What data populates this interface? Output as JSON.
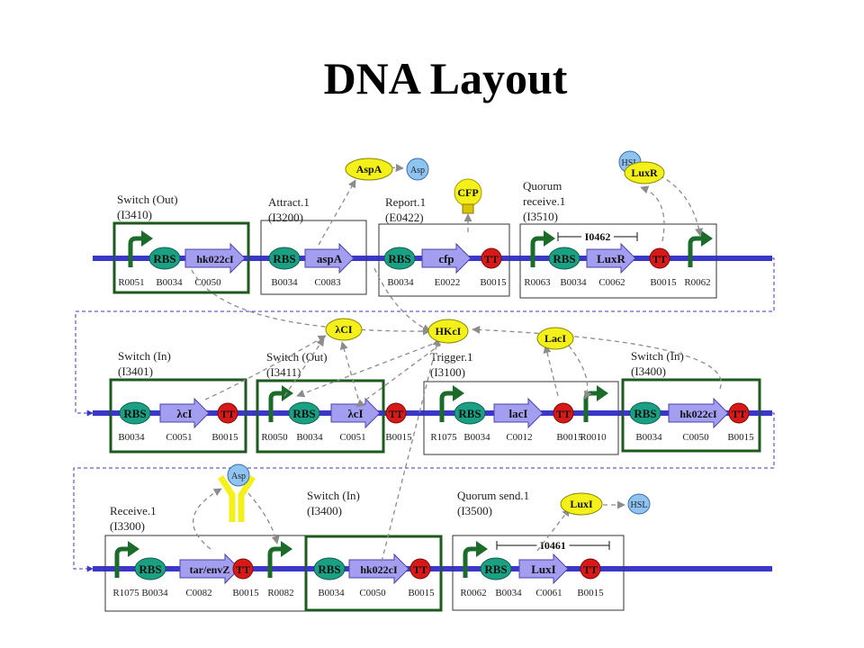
{
  "title": "DNA Layout",
  "modules": [
    {
      "name": "Switch (Out)",
      "id": "(I3410)",
      "highlight": true,
      "row": 0,
      "parts": [
        {
          "t": "promoter",
          "c": "R0051"
        },
        {
          "t": "rbs",
          "c": "B0034",
          "g": "RBS"
        },
        {
          "t": "gene",
          "c": "C0050",
          "g": "hk022cI"
        }
      ]
    },
    {
      "name": "Attract.1",
      "id": "(I3200)",
      "highlight": false,
      "row": 0,
      "parts": [
        {
          "t": "rbs",
          "c": "B0034",
          "g": "RBS"
        },
        {
          "t": "gene",
          "c": "C0083",
          "g": "aspA"
        }
      ]
    },
    {
      "name": "Report.1",
      "id": "(E0422)",
      "highlight": false,
      "row": 0,
      "parts": [
        {
          "t": "rbs",
          "c": "B0034",
          "g": "RBS"
        },
        {
          "t": "gene",
          "c": "E0022",
          "g": "cfp"
        },
        {
          "t": "term",
          "c": "B0015",
          "g": "TT"
        }
      ]
    },
    {
      "name": "Quorum",
      "name2": "receive.1",
      "id": "(I3510)",
      "highlight": false,
      "row": 0,
      "bracket": "I0462",
      "parts": [
        {
          "t": "promoter",
          "c": "R0063"
        },
        {
          "t": "rbs",
          "c": "B0034",
          "g": "RBS"
        },
        {
          "t": "gene",
          "c": "C0062",
          "g": "LuxR"
        },
        {
          "t": "term",
          "c": "B0015",
          "g": "TT"
        },
        {
          "t": "promoter",
          "c": "R0062"
        }
      ]
    },
    {
      "name": "Switch (In)",
      "id": "(I3401)",
      "highlight": true,
      "row": 1,
      "parts": [
        {
          "t": "rbs",
          "c": "B0034",
          "g": "RBS"
        },
        {
          "t": "gene",
          "c": "C0051",
          "g": "λcI"
        },
        {
          "t": "term",
          "c": "B0015",
          "g": "TT"
        }
      ]
    },
    {
      "name": "Switch (Out)",
      "id": "(I3411)",
      "highlight": true,
      "row": 1,
      "parts": [
        {
          "t": "promoter",
          "c": "R0050"
        },
        {
          "t": "rbs",
          "c": "B0034",
          "g": "RBS"
        },
        {
          "t": "gene",
          "c": "C0051",
          "g": "λcI"
        },
        {
          "t": "term",
          "c": "B0015",
          "g": "TT"
        }
      ]
    },
    {
      "name": "Trigger.1",
      "id": "(I3100)",
      "highlight": false,
      "row": 1,
      "parts": [
        {
          "t": "promoter",
          "c": "R1075"
        },
        {
          "t": "rbs",
          "c": "B0034",
          "g": "RBS"
        },
        {
          "t": "gene",
          "c": "C0012",
          "g": "lacI"
        },
        {
          "t": "term",
          "c": "B0015",
          "g": "TT"
        },
        {
          "t": "promoter",
          "c": "R0010"
        }
      ]
    },
    {
      "name": "Switch (In)",
      "id": "(I3400)",
      "highlight": true,
      "row": 1,
      "parts": [
        {
          "t": "rbs",
          "c": "B0034",
          "g": "RBS"
        },
        {
          "t": "gene",
          "c": "C0050",
          "g": "hk022cI"
        },
        {
          "t": "term",
          "c": "B0015",
          "g": "TT"
        }
      ]
    },
    {
      "name": "Receive.1",
      "id": "(I3300)",
      "highlight": false,
      "row": 2,
      "parts": [
        {
          "t": "promoter",
          "c": "R1075"
        },
        {
          "t": "rbs",
          "c": "B0034",
          "g": "RBS"
        },
        {
          "t": "gene",
          "c": "C0082",
          "g": "tar/envZ"
        },
        {
          "t": "term",
          "c": "B0015",
          "g": "TT"
        },
        {
          "t": "promoter",
          "c": "R0082"
        }
      ]
    },
    {
      "name": "Switch (In)",
      "id": "(I3400)",
      "highlight": true,
      "row": 2,
      "parts": [
        {
          "t": "rbs",
          "c": "B0034",
          "g": "RBS"
        },
        {
          "t": "gene",
          "c": "C0050",
          "g": "hk022cI"
        },
        {
          "t": "term",
          "c": "B0015",
          "g": "TT"
        }
      ]
    },
    {
      "name": "Quorum send.1",
      "id": "(I3500)",
      "highlight": false,
      "row": 2,
      "bracket": "I0461",
      "parts": [
        {
          "t": "promoter",
          "c": "R0062"
        },
        {
          "t": "rbs",
          "c": "B0034",
          "g": "RBS"
        },
        {
          "t": "gene",
          "c": "C0061",
          "g": "LuxI"
        },
        {
          "t": "term",
          "c": "B0015",
          "g": "TT"
        }
      ]
    }
  ],
  "proteins": [
    {
      "label": "AspA",
      "kind": "yellow"
    },
    {
      "label": "Asp",
      "kind": "blue"
    },
    {
      "label": "CFP",
      "kind": "bulb"
    },
    {
      "label": "HSL",
      "kind": "blue"
    },
    {
      "label": "LuxR",
      "kind": "yellow"
    },
    {
      "label": "λCI",
      "kind": "yellow"
    },
    {
      "label": "HKcI",
      "kind": "yellow"
    },
    {
      "label": "LacI",
      "kind": "yellow"
    },
    {
      "label": "Asp",
      "kind": "blue"
    },
    {
      "label": "LuxI",
      "kind": "yellow"
    },
    {
      "label": "HSL",
      "kind": "blue"
    }
  ],
  "colors": {
    "dna": "#3a37c9",
    "rbs": "#1aa184",
    "gene": "#a49ef0",
    "term": "#d91818",
    "promoter": "#1b6b2a",
    "highlight": "#1e5a1e",
    "yellow": "#f4f01a",
    "blue": "#8fc4f2",
    "arrow": "#8c8c8c"
  }
}
